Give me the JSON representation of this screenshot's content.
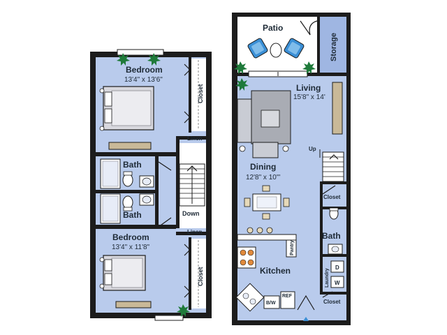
{
  "colors": {
    "floor": "#b9cbec",
    "wall": "#1c1c1c",
    "plant": "#1f7a3a",
    "bedding": "#d8d8de",
    "chair": "#3a8fd6",
    "storage": "#9fb6e2",
    "sofa": "#c9ccd4"
  },
  "upstairs": {
    "bedroom1": {
      "name": "Bedroom",
      "dims": "13'4\" x 13'6\""
    },
    "bedroom2": {
      "name": "Bedroom",
      "dims": "13'4\" x 11'8\""
    },
    "closet_top": "Closet",
    "closet_bottom": "Closet",
    "linen_top": "Linen",
    "linen_bottom": "Linen",
    "bath_top": "Bath",
    "bath_bottom": "Bath",
    "stairs": "Down"
  },
  "downstairs": {
    "patio": "Patio",
    "storage": "Storage",
    "living": {
      "name": "Living",
      "dims": "15'8\" x 14'"
    },
    "dining": {
      "name": "Dining",
      "dims": "12'8\" x 10'\""
    },
    "stairs": "Up",
    "closet_mid": "Closet",
    "closet_low": "Closet",
    "bath": "Bath",
    "pantry": "Pantry",
    "kitchen": "Kitchen",
    "laundry": "Laundry",
    "dishwasher": "B/W",
    "fridge": "REF",
    "dryer": "D",
    "washer": "W"
  }
}
